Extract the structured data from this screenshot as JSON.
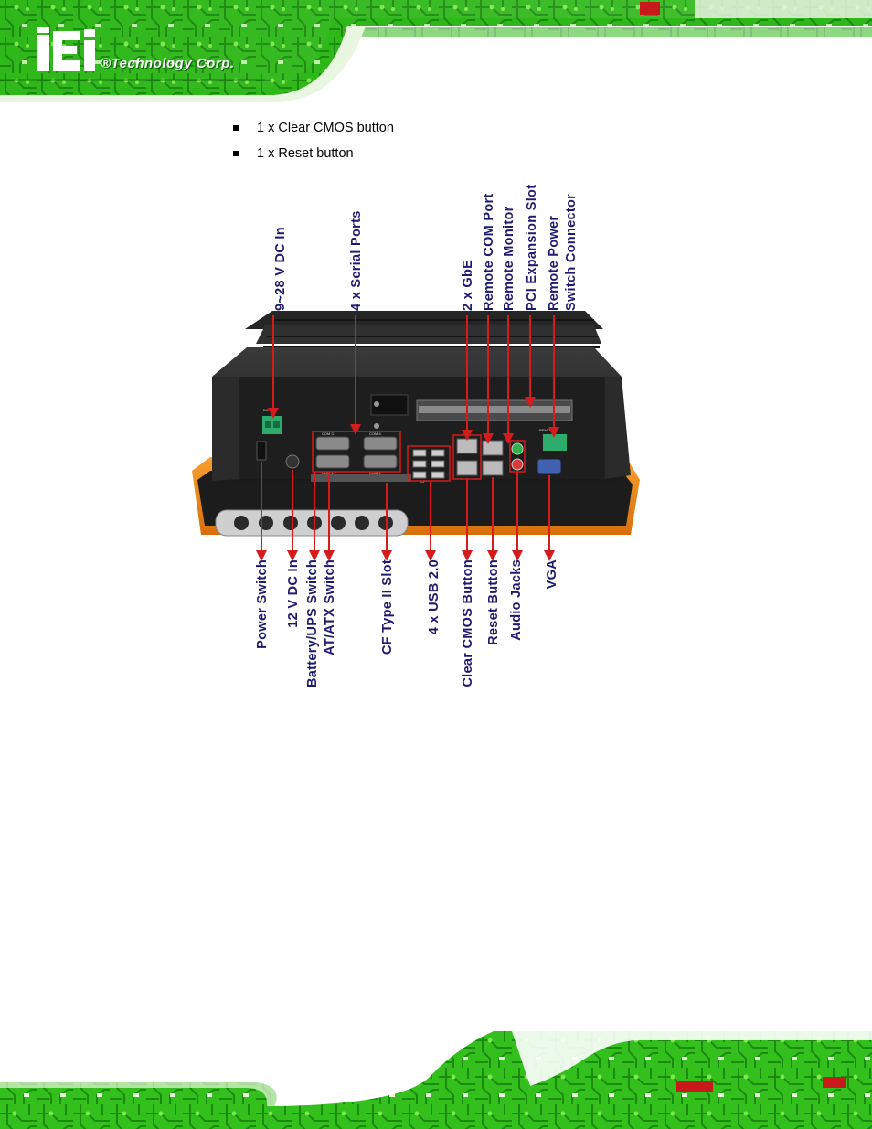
{
  "header": {
    "logo_text": "iEi",
    "company": "®Technology Corp."
  },
  "bullets": [
    {
      "text": "1 x Clear CMOS button"
    },
    {
      "text": "1 x Reset button"
    }
  ],
  "figure": {
    "top_labels": [
      "9~28 V DC In",
      "4 x Serial Ports",
      "2 x GbE",
      "Remote COM Port",
      "Remote Monitor",
      "PCI Expansion Slot",
      "Remote Power",
      "Switch Connector"
    ],
    "bottom_labels": [
      "Power Switch",
      "12 V DC In",
      "Battery/UPS Switch",
      "AT/ATX Switch",
      "CF Type II Slot",
      "4 x USB 2.0",
      "Clear CMOS Button",
      "Reset Button",
      "Audio Jacks",
      "VGA"
    ],
    "device_markings": [
      "COM 3",
      "COM 4",
      "COM 1",
      "COM 2",
      "CF",
      "DC IN",
      "REMOTE"
    ]
  },
  "colors": {
    "label": "#1f1a6e",
    "arrow": "#d41c1c",
    "chassis": "#1e1e1e",
    "bezel": "#f08a1a",
    "pcb": "#3cc81e"
  }
}
